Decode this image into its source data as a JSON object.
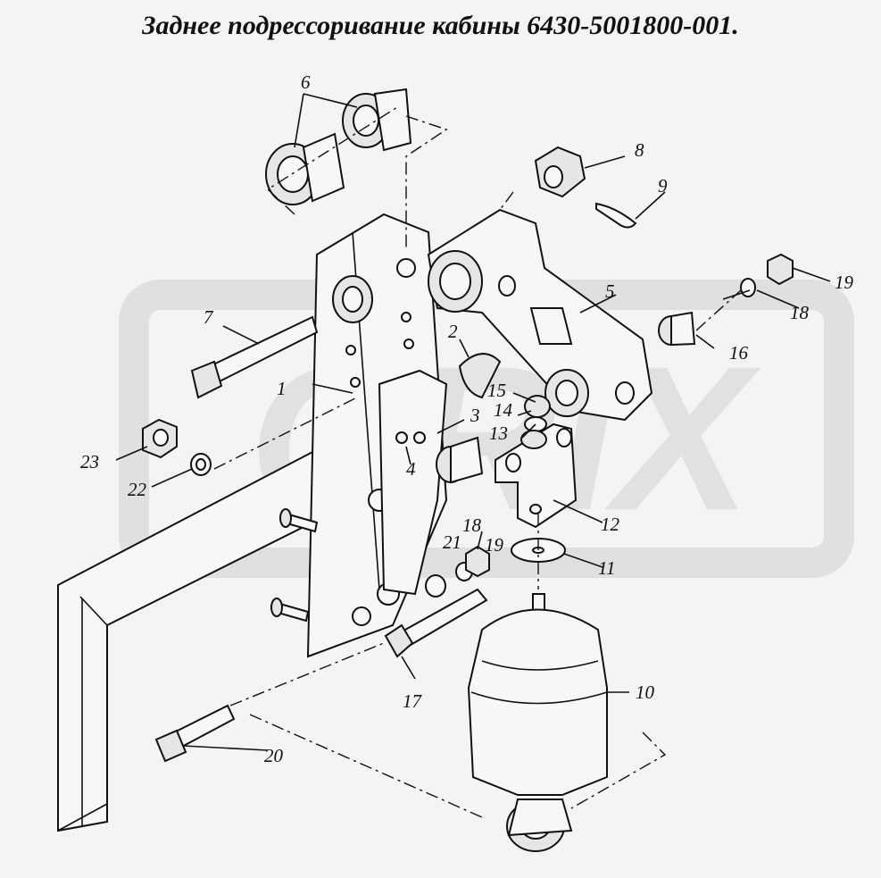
{
  "title": "Заднее подрессоривание кабины 6430-5001800-001.",
  "watermark_text": "ORIX",
  "colors": {
    "background": "#f4f4f4",
    "ink": "#111111",
    "watermark": "#d2d2d2"
  },
  "callouts": [
    {
      "id": "1",
      "text": "1"
    },
    {
      "id": "2",
      "text": "2"
    },
    {
      "id": "3",
      "text": "3"
    },
    {
      "id": "4",
      "text": "4"
    },
    {
      "id": "5",
      "text": "5"
    },
    {
      "id": "6",
      "text": "6"
    },
    {
      "id": "7",
      "text": "7"
    },
    {
      "id": "8",
      "text": "8"
    },
    {
      "id": "9",
      "text": "9"
    },
    {
      "id": "10",
      "text": "10"
    },
    {
      "id": "11",
      "text": "11"
    },
    {
      "id": "12",
      "text": "12"
    },
    {
      "id": "13",
      "text": "13"
    },
    {
      "id": "14",
      "text": "14"
    },
    {
      "id": "15",
      "text": "15"
    },
    {
      "id": "16",
      "text": "16"
    },
    {
      "id": "17",
      "text": "17"
    },
    {
      "id": "18a",
      "text": "18"
    },
    {
      "id": "18b",
      "text": "18"
    },
    {
      "id": "19a",
      "text": "19"
    },
    {
      "id": "19b",
      "text": "19"
    },
    {
      "id": "20",
      "text": "20"
    },
    {
      "id": "21",
      "text": "21"
    },
    {
      "id": "22",
      "text": "22"
    },
    {
      "id": "23",
      "text": "23"
    }
  ]
}
